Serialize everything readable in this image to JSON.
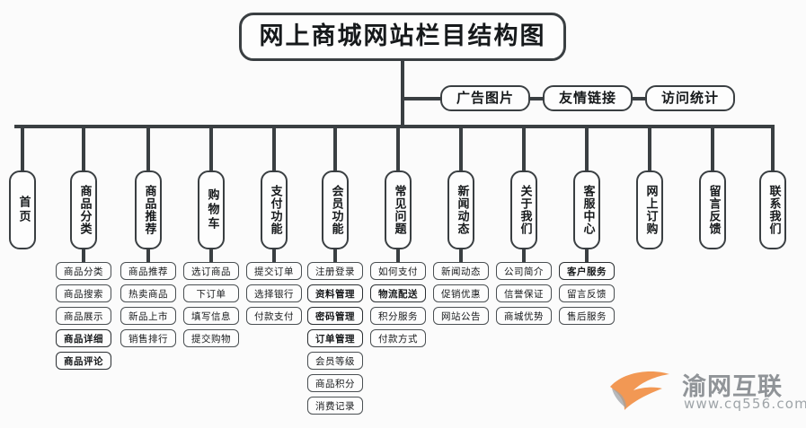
{
  "diagram": {
    "title": "网上商城网站栏目结构图",
    "aux_nodes": [
      {
        "label": "广告图片"
      },
      {
        "label": "友情链接"
      },
      {
        "label": "访问统计"
      }
    ],
    "columns": [
      {
        "label": "首页",
        "children": []
      },
      {
        "label": "商品分类",
        "children": [
          {
            "label": "商品分类",
            "bold": false
          },
          {
            "label": "商品搜索",
            "bold": false
          },
          {
            "label": "商品展示",
            "bold": false
          },
          {
            "label": "商品详细",
            "bold": true
          },
          {
            "label": "商品评论",
            "bold": true
          }
        ]
      },
      {
        "label": "商品推荐",
        "children": [
          {
            "label": "商品推荐",
            "bold": false
          },
          {
            "label": "热卖商品",
            "bold": false
          },
          {
            "label": "新品上市",
            "bold": false
          },
          {
            "label": "销售排行",
            "bold": false
          }
        ]
      },
      {
        "label": "购物车",
        "children": [
          {
            "label": "选订商品",
            "bold": false
          },
          {
            "label": "下订单",
            "bold": false
          },
          {
            "label": "填写信息",
            "bold": false
          },
          {
            "label": "提交购物",
            "bold": false
          }
        ]
      },
      {
        "label": "支付功能",
        "children": [
          {
            "label": "提交订单",
            "bold": false
          },
          {
            "label": "选择银行",
            "bold": false
          },
          {
            "label": "付款支付",
            "bold": false
          }
        ]
      },
      {
        "label": "会员功能",
        "children": [
          {
            "label": "注册登录",
            "bold": false
          },
          {
            "label": "资料管理",
            "bold": true
          },
          {
            "label": "密码管理",
            "bold": true
          },
          {
            "label": "订单管理",
            "bold": true
          },
          {
            "label": "会员等级",
            "bold": false
          },
          {
            "label": "商品积分",
            "bold": false
          },
          {
            "label": "消费记录",
            "bold": false
          }
        ]
      },
      {
        "label": "常见问题",
        "children": [
          {
            "label": "如何支付",
            "bold": false
          },
          {
            "label": "物流配送",
            "bold": true
          },
          {
            "label": "积分服务",
            "bold": false
          },
          {
            "label": "付款方式",
            "bold": false
          }
        ]
      },
      {
        "label": "新闻动态",
        "children": [
          {
            "label": "新闻动态",
            "bold": false
          },
          {
            "label": "促销优惠",
            "bold": false
          },
          {
            "label": "网站公告",
            "bold": false
          }
        ]
      },
      {
        "label": "关于我们",
        "children": [
          {
            "label": "公司简介",
            "bold": false
          },
          {
            "label": "信誉保证",
            "bold": false
          },
          {
            "label": "商城优势",
            "bold": false
          }
        ]
      },
      {
        "label": "客服中心",
        "children": [
          {
            "label": "客户服务",
            "bold": true
          },
          {
            "label": "留言反馈",
            "bold": false
          },
          {
            "label": "售后服务",
            "bold": false
          }
        ]
      },
      {
        "label": "网上订购",
        "children": []
      },
      {
        "label": "留言反馈",
        "children": []
      },
      {
        "label": "联系我们",
        "children": []
      }
    ]
  },
  "watermark": {
    "brand": "渝网互联",
    "url": "www.cq556.com",
    "mark_color": "#f08a3c",
    "text_color": "#8b8f93"
  }
}
